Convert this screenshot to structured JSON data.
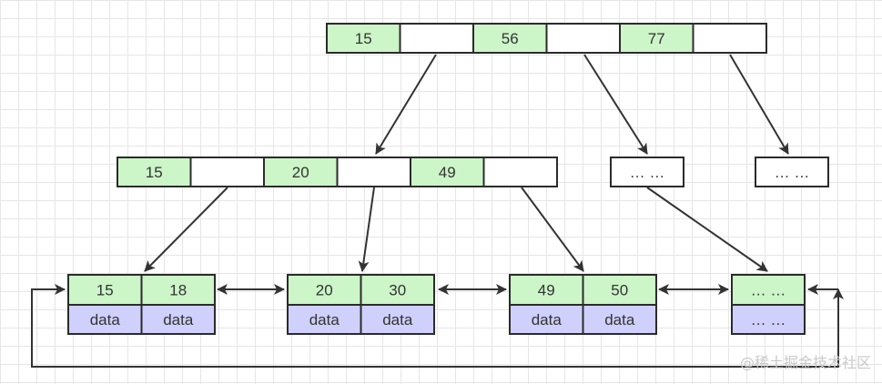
{
  "colors": {
    "key_fill": "#ccf5c8",
    "empty_fill": "#ffffff",
    "data_fill": "#cfd0fb",
    "line": "#333333",
    "grid": "#e6e6e6",
    "watermark": "#c9c9c9"
  },
  "root_node": {
    "cells": [
      "15",
      "",
      "56",
      "",
      "77",
      ""
    ]
  },
  "internal_node": {
    "cells": [
      "15",
      "",
      "20",
      "",
      "49",
      ""
    ]
  },
  "collapsed_nodes": [
    "… …",
    "… …"
  ],
  "leaf_nodes": [
    {
      "keys": [
        "15",
        "18"
      ],
      "data": [
        "data",
        "data"
      ]
    },
    {
      "keys": [
        "20",
        "30"
      ],
      "data": [
        "data",
        "data"
      ]
    },
    {
      "keys": [
        "49",
        "50"
      ],
      "data": [
        "data",
        "data"
      ]
    },
    {
      "keys": [
        "… …"
      ],
      "data": [
        "… …"
      ]
    }
  ],
  "watermark": "@稀土掘金技术社区"
}
